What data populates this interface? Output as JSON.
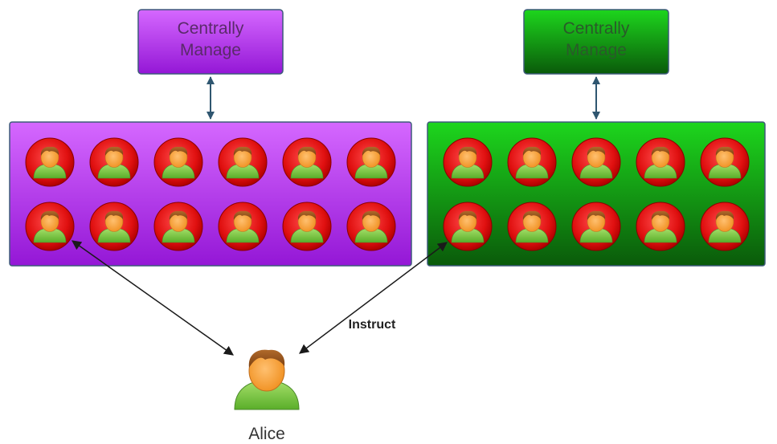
{
  "diagram": {
    "groups": [
      {
        "id": "purple",
        "manager_line1": "Centrally",
        "manager_line2": "Manage",
        "manager_text_color": "#5a2a6a",
        "colors": {
          "top": "#d568ff",
          "bottom": "#9417d6",
          "border": "#3d5a7a"
        },
        "rows": 2,
        "cols": 6
      },
      {
        "id": "green",
        "manager_line1": "Centrally",
        "manager_line2": "Manage",
        "manager_text_color": "#2a5a2a",
        "colors": {
          "top": "#1dd61d",
          "bottom": "#0a5a0a",
          "border": "#3d5a7a"
        },
        "rows": 2,
        "cols": 5
      }
    ],
    "person": {
      "name": "Alice",
      "icon": "person-icon"
    },
    "edge_label": "Instruct",
    "member_icon": "red-person-icon",
    "arrow_color": "#2f5670"
  }
}
